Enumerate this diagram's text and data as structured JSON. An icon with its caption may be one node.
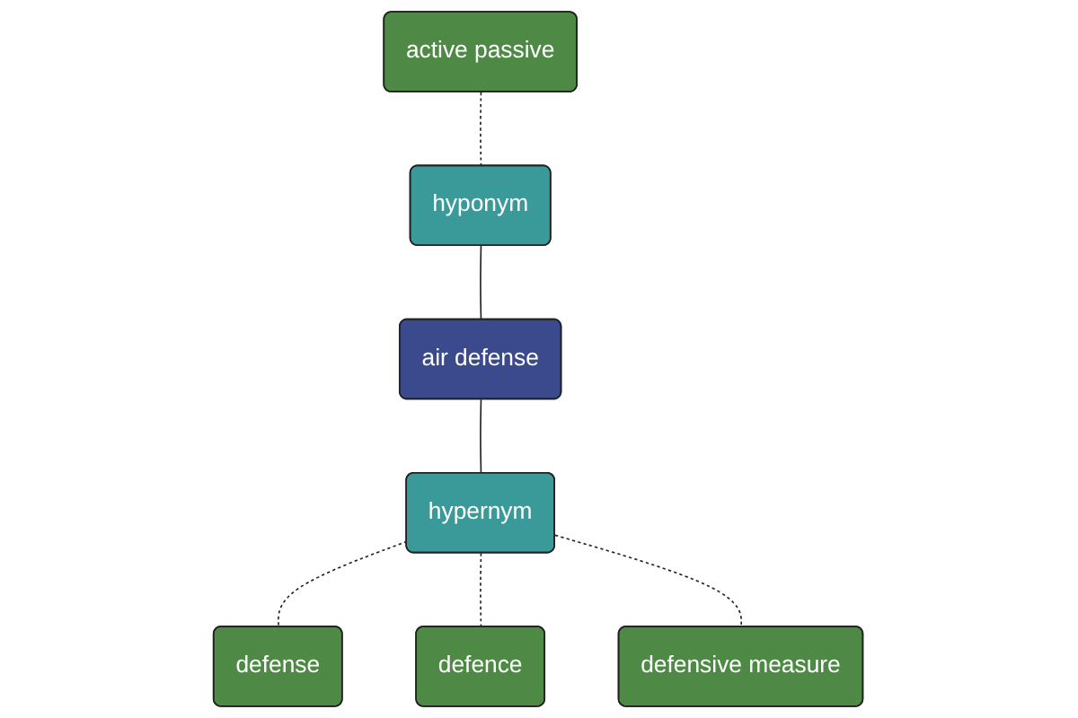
{
  "diagram": {
    "nodes": [
      {
        "text": [
          "active passive"
        ]
      },
      {
        "text": [
          "hyponym"
        ]
      },
      {
        "text": [
          "air defense"
        ]
      },
      {
        "text": [
          "hypernym"
        ]
      },
      {
        "text": [
          "defense"
        ]
      },
      {
        "text": [
          "defence"
        ]
      },
      {
        "text": [
          "defensive measure"
        ]
      }
    ],
    "edges": [
      {
        "from": 0,
        "to": 1,
        "arrow": "none",
        "style": "dashed"
      },
      {
        "from": 1,
        "to": 2,
        "arrow": "none"
      },
      {
        "from": 2,
        "to": 3,
        "arrow": "none"
      },
      {
        "from": 3,
        "to": 4,
        "arrow": "none",
        "style": "dashed"
      },
      {
        "from": 3,
        "to": 5,
        "arrow": "none",
        "style": "dashed"
      },
      {
        "from": 3,
        "to": 6,
        "arrow": "none",
        "style": "dashed"
      }
    ]
  }
}
